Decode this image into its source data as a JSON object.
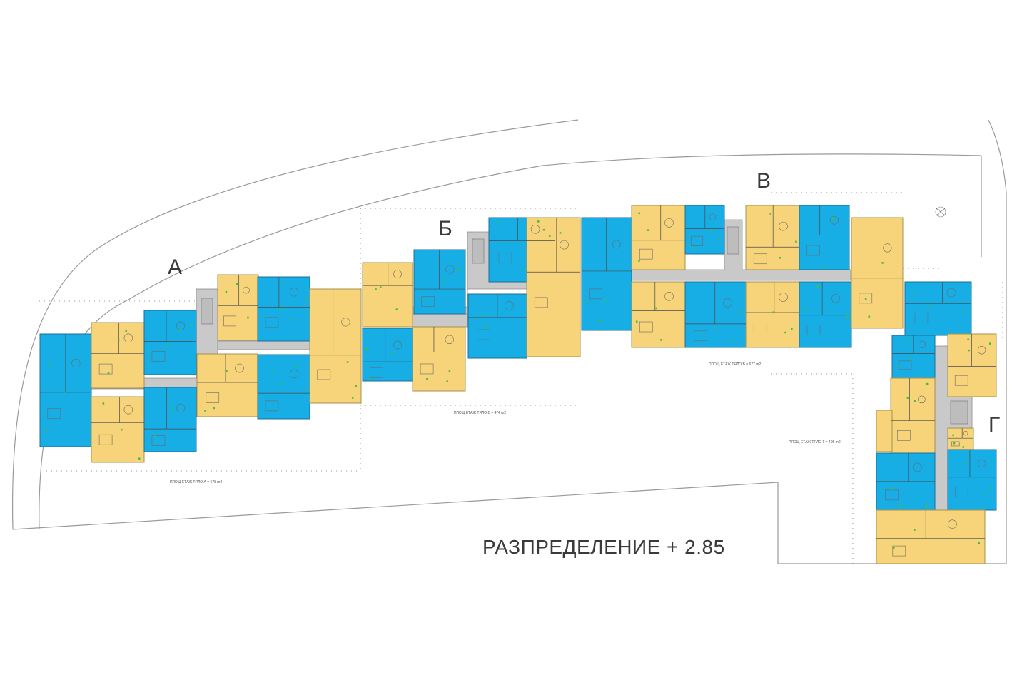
{
  "title": "РАЗПРЕДЕЛЕНИЕ + 2.85",
  "sections": [
    {
      "letter": "А",
      "area_label": "ПЛОЩ ЕТАЖ ТЯЛО А = 678 m2"
    },
    {
      "letter": "Б",
      "area_label": "ПЛОЩ ЕТАЖ ТЯЛО Б = 474 m2"
    },
    {
      "letter": "В",
      "area_label": "ПЛОЩ ЕТАЖ ТЯЛО В = 677 m2"
    },
    {
      "letter": "Г",
      "area_label": "ПЛОЩ ЕТАЖ ТЯЛО Г = 405 m2"
    }
  ],
  "colors": {
    "apartment_blue": "#17aee6",
    "apartment_yellow": "#f7d479",
    "corridor": "#c9c9c9"
  }
}
